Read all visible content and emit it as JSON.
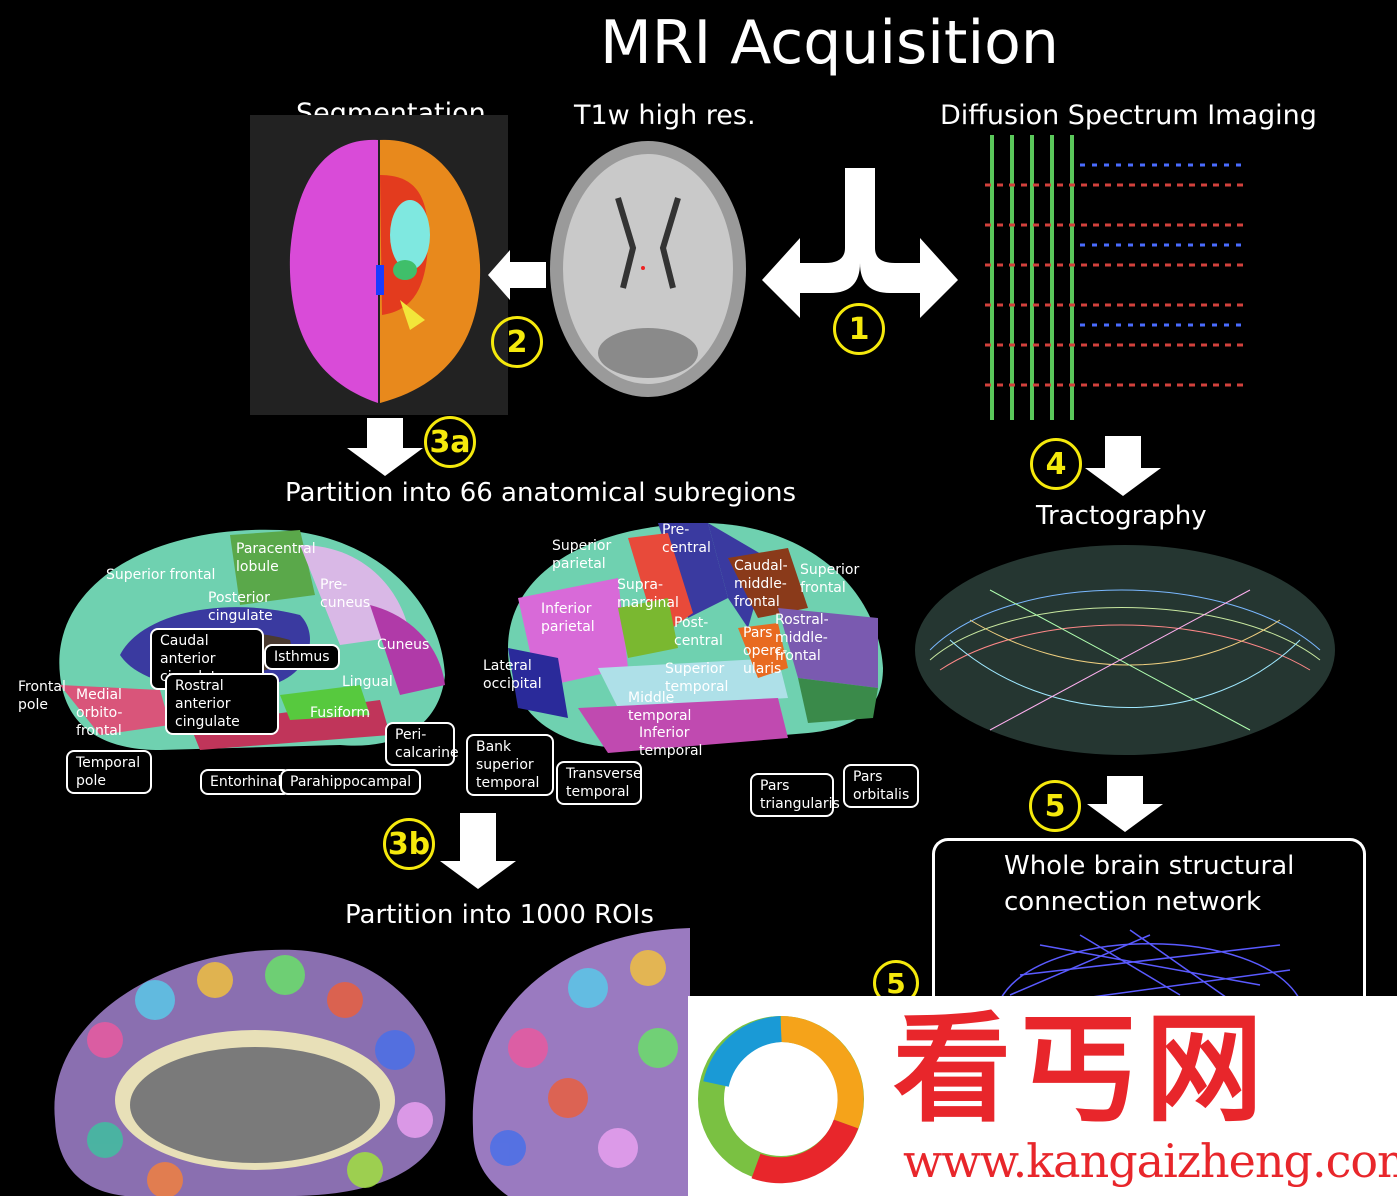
{
  "title": "MRI Acquisition",
  "panels": {
    "segmentation": "Segmentation",
    "t1w": "T1w high res.",
    "dsi": "Diffusion Spectrum Imaging",
    "partition66": "Partition into 66 anatomical subregions",
    "tractography": "Tractography",
    "partition1000": "Partition into 1000 ROIs",
    "network": "Whole brain structural connection network"
  },
  "steps": [
    "1",
    "2",
    "3a",
    "3b",
    "4",
    "5",
    "5"
  ],
  "medial_labels": {
    "paracentral": "Paracentral lobule",
    "superior_frontal": "Superior frontal",
    "posterior_cingulate": "Posterior cingulate",
    "precuneus": "Pre- cuneus",
    "cuneus": "Cuneus",
    "lingual": "Lingual",
    "fusiform": "Fusiform",
    "frontal_pole": "Frontal pole",
    "medial_orbitofrontal": "Medial orbito-frontal",
    "caudal_anterior_cingulate": "Caudal anterior cingulate",
    "isthmus": "Isthmus",
    "rostral_anterior_cingulate": "Rostral anterior cingulate",
    "pericalcarine": "Peri- calcarine",
    "temporal_pole": "Temporal pole",
    "entorhinal": "Entorhinal",
    "parahippocampal": "Parahippocampal"
  },
  "lateral_labels": {
    "superior_parietal": "Superior parietal",
    "precentral": "Pre- central",
    "supramarginal": "Supra- marginal",
    "caudal_middle_frontal": "Caudal- middle- frontal",
    "superior_frontal": "Superior frontal",
    "inferior_parietal": "Inferior parietal",
    "postcentral": "Post- central",
    "pars_opercularis": "Pars operc- ularis",
    "rostral_middle_frontal": "Rostral- middle- frontal",
    "lateral_occipital": "Lateral occipital",
    "superior_temporal": "Superior temporal",
    "middle_temporal": "Middle temporal",
    "inferior_temporal": "Inferior temporal",
    "bank_superior_temporal": "Bank superior temporal",
    "transverse_temporal": "Transverse temporal",
    "pars_triangularis": "Pars triangularis",
    "pars_orbitalis": "Pars orbitalis"
  },
  "watermark": {
    "chinese": "看丐网",
    "url": "www.kangaizheng.com"
  }
}
